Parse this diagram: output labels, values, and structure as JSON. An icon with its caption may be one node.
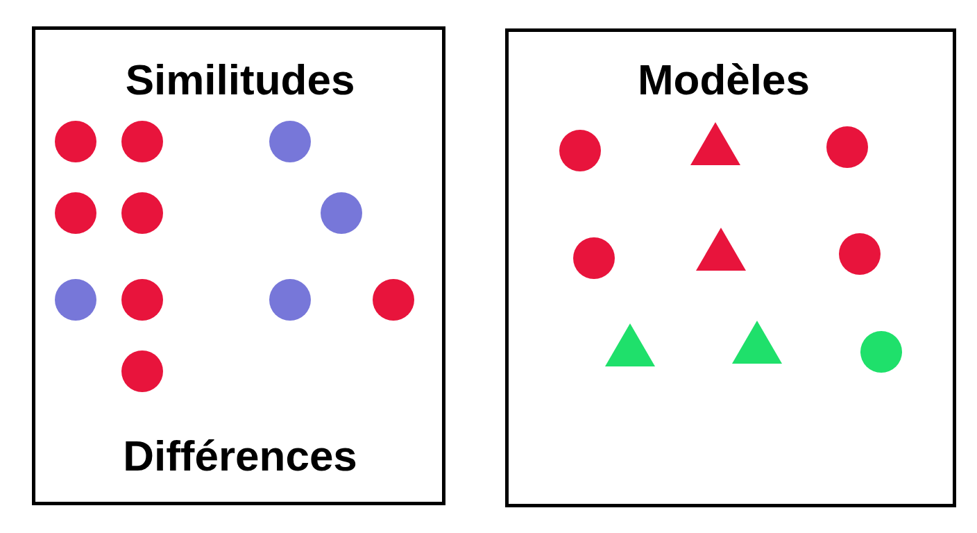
{
  "diagram": {
    "nodes": [
      {
        "text": [
          "Similitudes",
          "Différences"
        ]
      },
      {
        "text": [
          "Modèles"
        ]
      }
    ]
  }
}
